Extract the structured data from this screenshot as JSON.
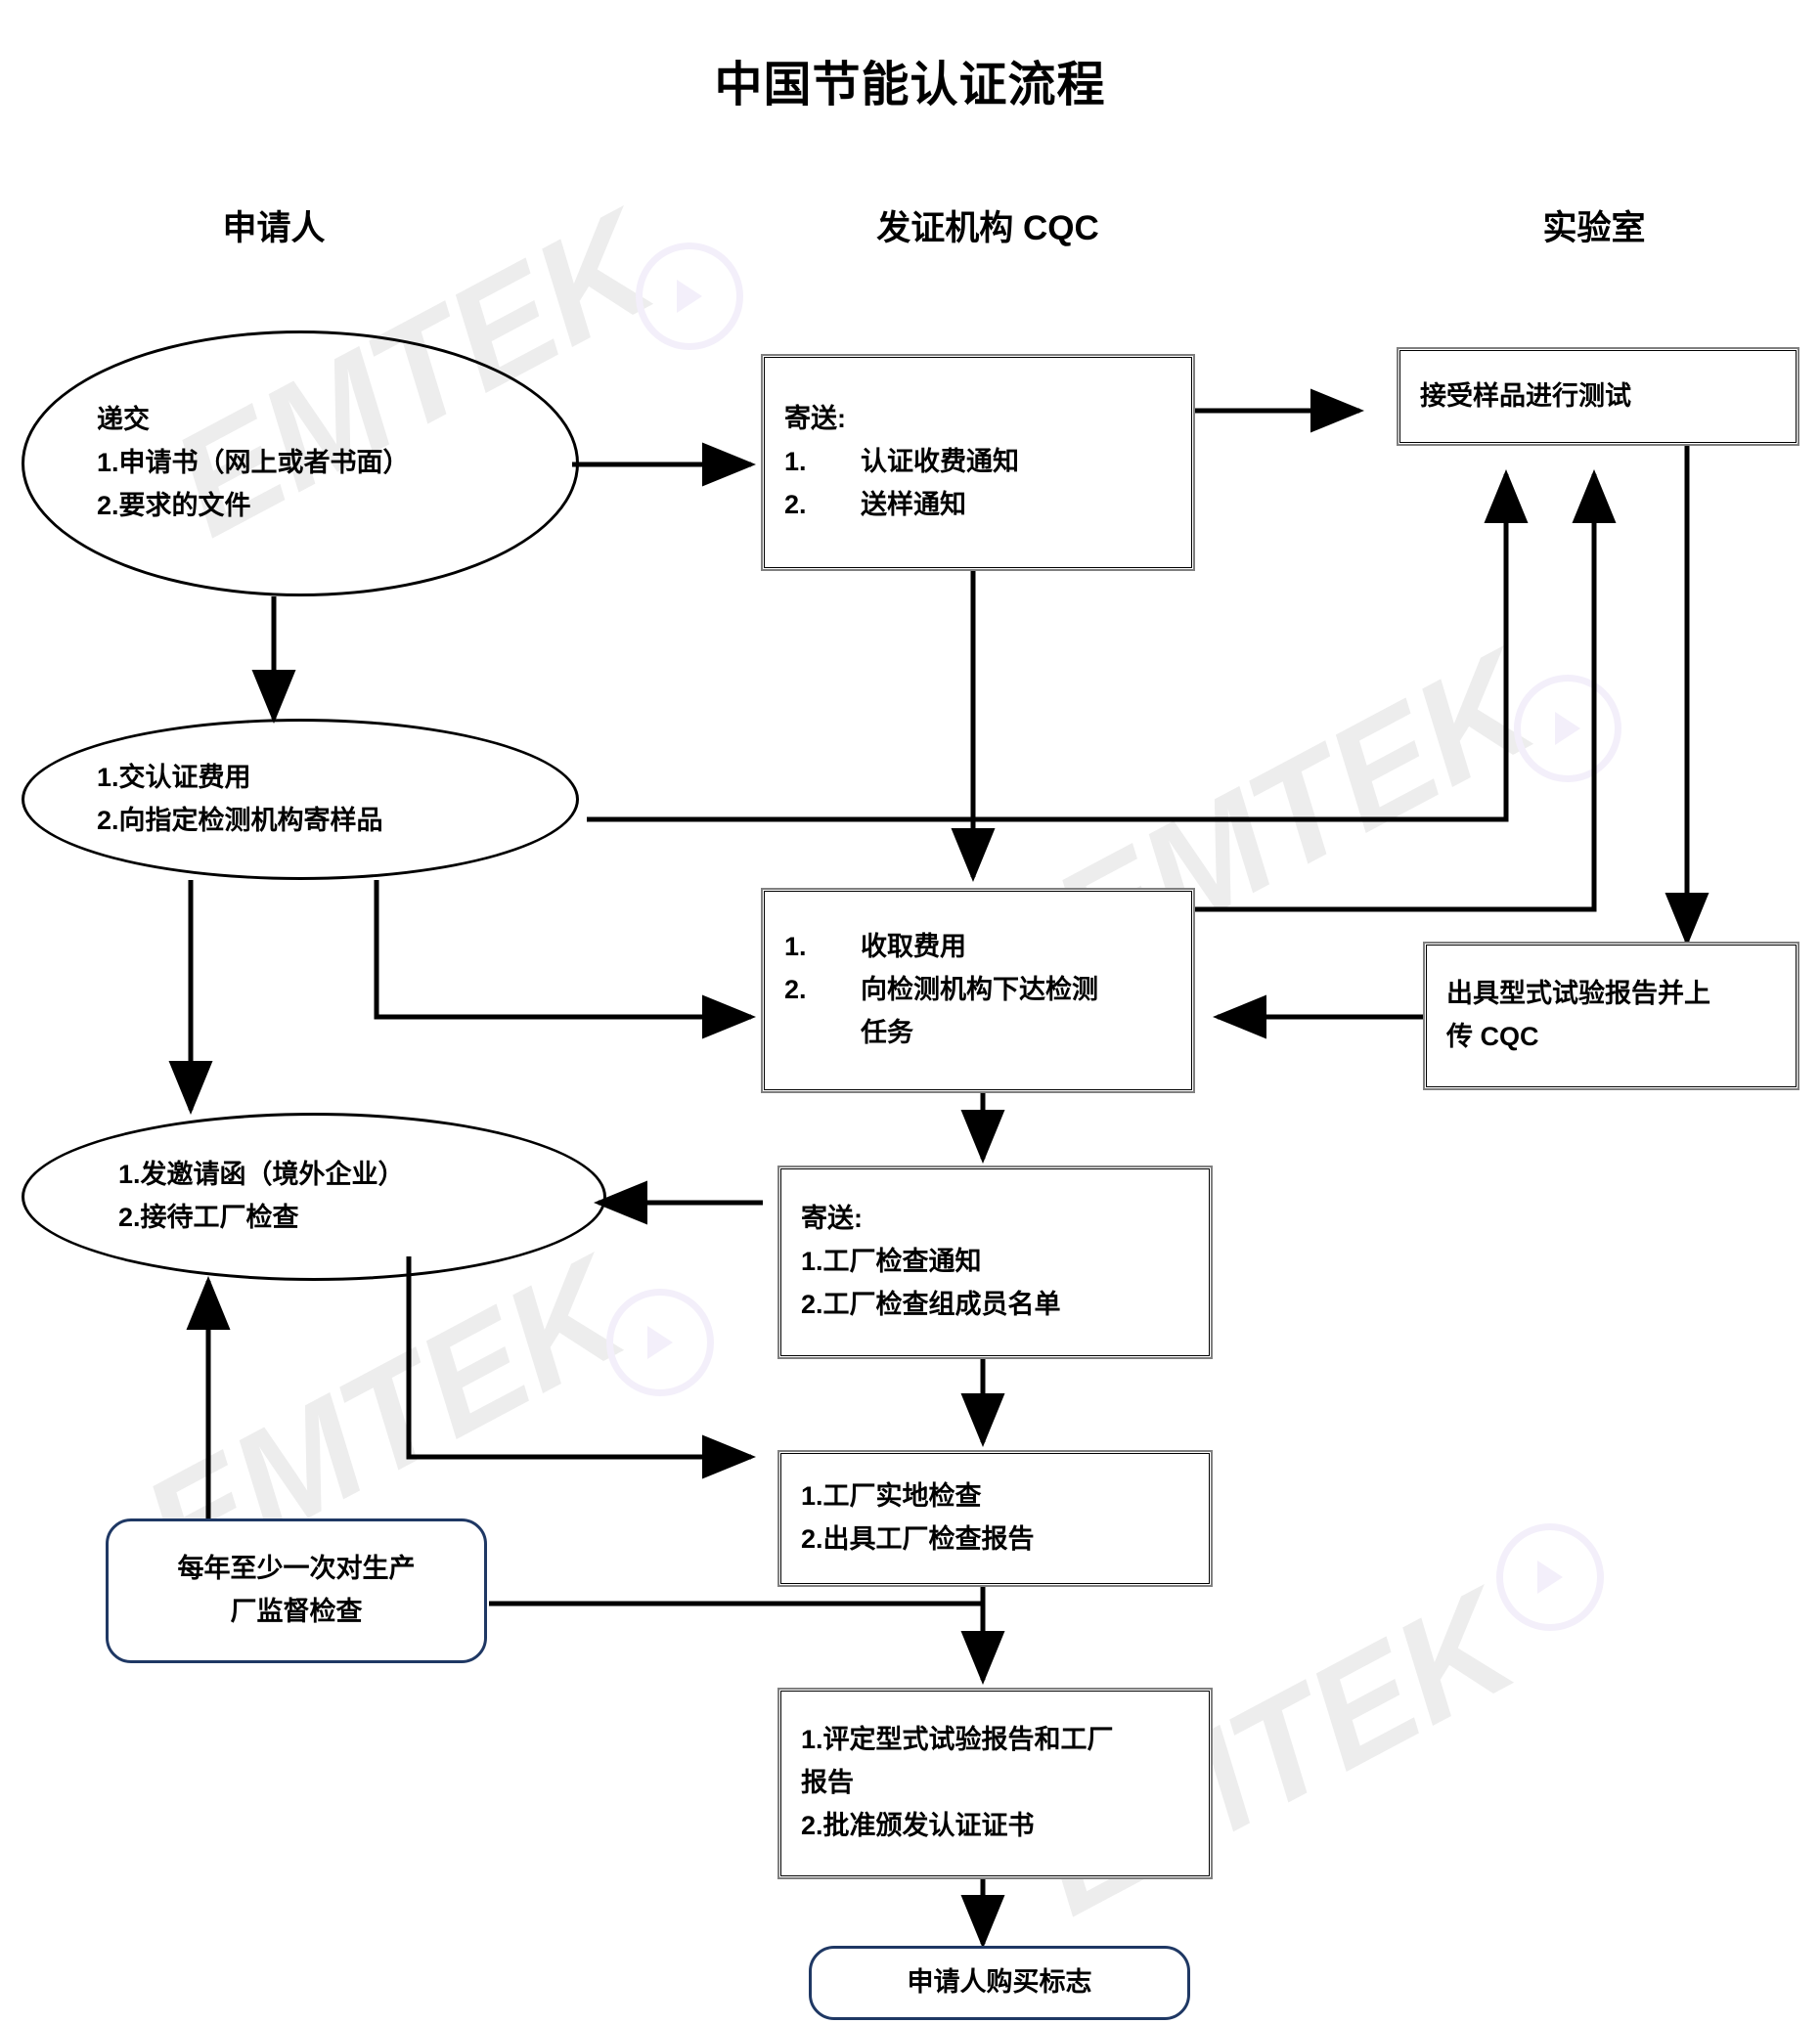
{
  "page": {
    "title": "中国节能认证流程",
    "watermark_text": "EMTEK"
  },
  "columns": [
    {
      "id": "applicant",
      "label": "申请人"
    },
    {
      "id": "cqc",
      "label": "发证机构 CQC"
    },
    {
      "id": "lab",
      "label": "实验室"
    }
  ],
  "colors": {
    "node_border": "#7f7f7f",
    "node_inner_border": "#000000",
    "rounded_border": "#1f3864",
    "ellipse_border": "#000000",
    "connector": "#000000",
    "watermark": "#ededed",
    "background": "#ffffff"
  },
  "nodes": {
    "apply": {
      "shape": "ellipse",
      "column": "applicant",
      "lines": [
        "递交",
        "1.申请书（网上或者书面）",
        "2.要求的文件"
      ]
    },
    "send_notice": {
      "shape": "rect",
      "column": "cqc",
      "header": "寄送:",
      "items": [
        {
          "num": "1.",
          "text": "认证收费通知"
        },
        {
          "num": "2.",
          "text": "送样通知"
        }
      ]
    },
    "receive_sample": {
      "shape": "rect",
      "column": "lab",
      "lines": [
        "接受样品进行测试"
      ]
    },
    "pay_fee": {
      "shape": "ellipse",
      "column": "applicant",
      "lines": [
        "1.交认证费用",
        "2.向指定检测机构寄样品"
      ]
    },
    "collect_fee": {
      "shape": "rect",
      "column": "cqc",
      "items": [
        {
          "num": "1.",
          "text": "收取费用"
        },
        {
          "num": "2.",
          "text": "向检测机构下达检测"
        },
        {
          "num": "",
          "text": "任务"
        }
      ]
    },
    "test_report": {
      "shape": "rect",
      "column": "lab",
      "lines": [
        "出具型式试验报告并上",
        "传 CQC"
      ]
    },
    "invitation": {
      "shape": "ellipse",
      "column": "applicant",
      "lines": [
        "1.发邀请函（境外企业）",
        "2.接待工厂检查"
      ]
    },
    "send_inspection": {
      "shape": "rect",
      "column": "cqc",
      "header": "寄送:",
      "lines": [
        "1.工厂检查通知",
        "2.工厂检查组成员名单"
      ]
    },
    "factory_check": {
      "shape": "rect",
      "column": "cqc",
      "lines": [
        "1.工厂实地检查",
        "2.出具工厂检查报告"
      ]
    },
    "yearly_supervision": {
      "shape": "rounded",
      "column": "applicant",
      "lines": [
        "每年至少一次对生产",
        "厂监督检查"
      ]
    },
    "evaluate": {
      "shape": "rect",
      "column": "cqc",
      "lines": [
        "1.评定型式试验报告和工厂",
        "报告",
        "2.批准颁发认证证书"
      ]
    },
    "buy_mark": {
      "shape": "rounded",
      "column": "cqc",
      "lines": [
        "申请人购买标志"
      ]
    }
  },
  "connectors": [
    {
      "from": "apply",
      "to": "send_notice",
      "type": "arrow"
    },
    {
      "from": "apply",
      "to": "pay_fee",
      "type": "arrow"
    },
    {
      "from": "send_notice",
      "to": "receive_sample",
      "type": "arrow"
    },
    {
      "from": "send_notice",
      "to": "collect_fee",
      "type": "arrow"
    },
    {
      "from": "pay_fee",
      "to": "receive_sample",
      "type": "arrow"
    },
    {
      "from": "pay_fee",
      "to": "collect_fee",
      "type": "arrow"
    },
    {
      "from": "pay_fee",
      "to": "invitation",
      "type": "arrow"
    },
    {
      "from": "receive_sample",
      "to": "test_report",
      "type": "arrow"
    },
    {
      "from": "test_report",
      "to": "collect_fee",
      "type": "arrow"
    },
    {
      "from": "collect_fee",
      "to": "receive_sample",
      "type": "arrow"
    },
    {
      "from": "collect_fee",
      "to": "send_inspection",
      "type": "arrow"
    },
    {
      "from": "send_inspection",
      "to": "invitation",
      "type": "arrow"
    },
    {
      "from": "send_inspection",
      "to": "factory_check",
      "type": "arrow"
    },
    {
      "from": "invitation",
      "to": "factory_check",
      "type": "arrow"
    },
    {
      "from": "factory_check",
      "to": "evaluate",
      "type": "arrow"
    },
    {
      "from": "yearly_supervision",
      "to": "invitation",
      "type": "arrow"
    },
    {
      "from": "yearly_supervision",
      "to": "factory_check",
      "type": "arrow"
    },
    {
      "from": "evaluate",
      "to": "buy_mark",
      "type": "arrow"
    }
  ]
}
